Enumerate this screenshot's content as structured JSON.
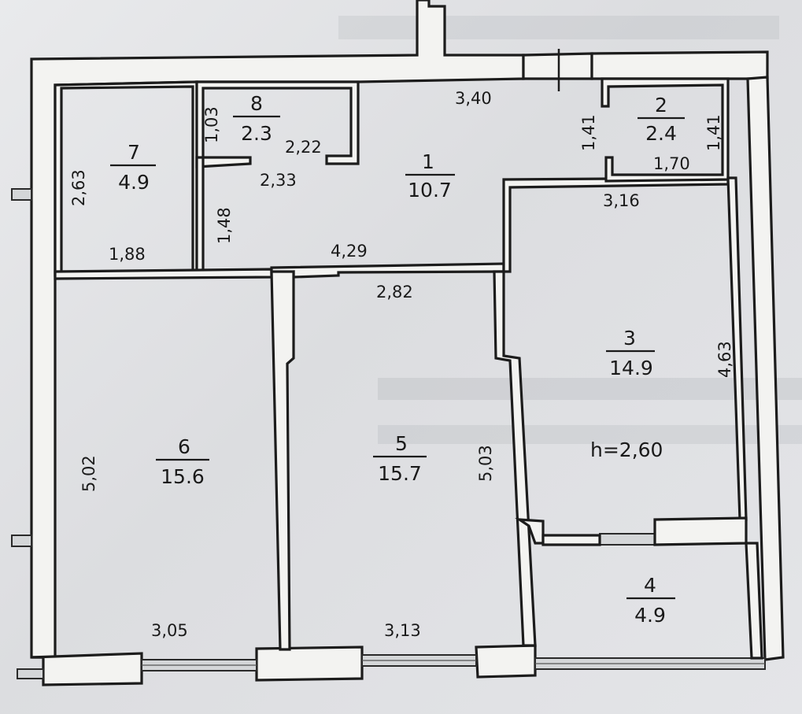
{
  "rooms": [
    {
      "id": "1",
      "number": "1",
      "area": "10.7"
    },
    {
      "id": "2",
      "number": "2",
      "area": "2.4"
    },
    {
      "id": "3",
      "number": "3",
      "area": "14.9"
    },
    {
      "id": "4",
      "number": "4",
      "area": "4.9"
    },
    {
      "id": "5",
      "number": "5",
      "area": "15.7"
    },
    {
      "id": "6",
      "number": "6",
      "area": "15.6"
    },
    {
      "id": "7",
      "number": "7",
      "area": "4.9"
    },
    {
      "id": "8",
      "number": "8",
      "area": "2.3"
    }
  ],
  "dimensions": {
    "d_340": "3,40",
    "d_141a": "1,41",
    "d_141b": "1,41",
    "d_170": "1,70",
    "d_316": "3,16",
    "d_463": "4,63",
    "d_103": "1,03",
    "d_222": "2,22",
    "d_233": "2,33",
    "d_263": "2,63",
    "d_148": "1,48",
    "d_188": "1,88",
    "d_429": "4,29",
    "d_282": "2,82",
    "d_502": "5,02",
    "d_503": "5,03",
    "d_305": "3,05",
    "d_313": "3,13"
  },
  "height_label": "h=2,60"
}
